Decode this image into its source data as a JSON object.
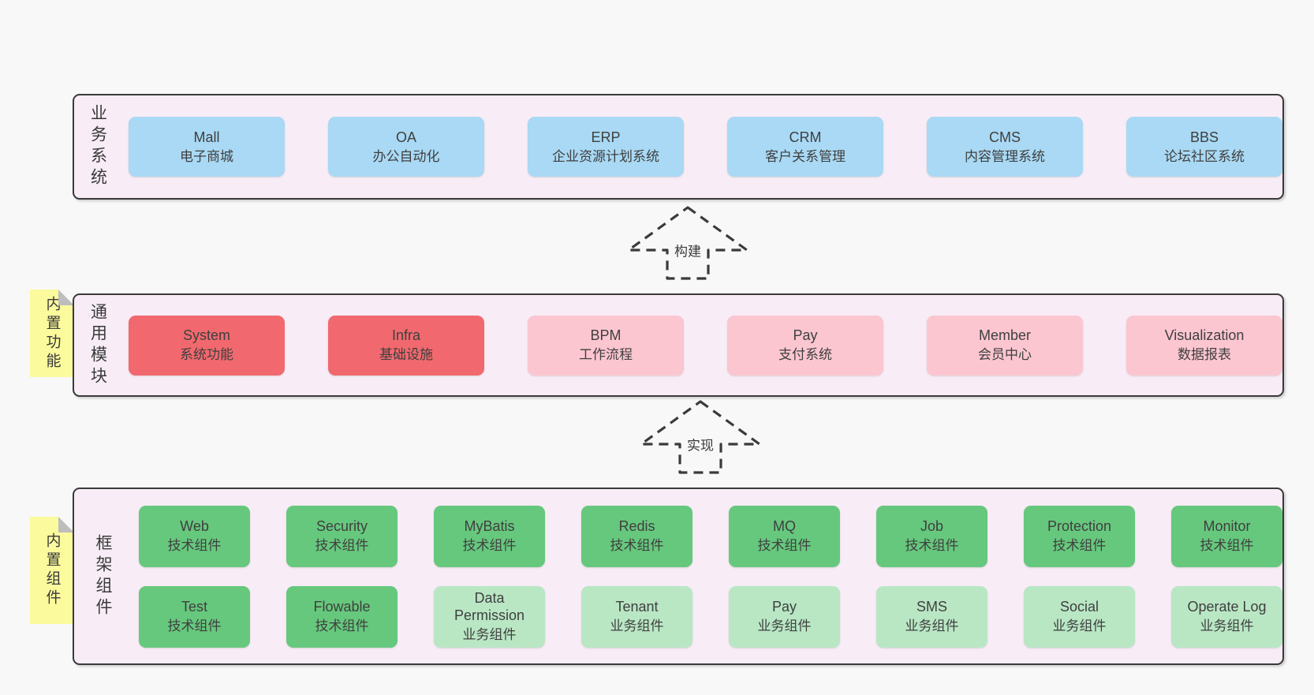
{
  "colors": {
    "page-bg": "#f8f8f8",
    "container-bg": "#f8edf6",
    "container-border": "#3a3a3a",
    "box-blue": "#a9d9f4",
    "box-red": "#f1696e",
    "box-pink": "#fbc6d0",
    "box-green": "#66c87d",
    "box-lightgreen": "#b9e7c4",
    "sticky-yellow": "#fbfa9d",
    "sticky-fold": "#bdbdbd",
    "text": "#3f3f3f",
    "arrow": "#3a3a3a"
  },
  "notes": [
    {
      "text": "内置功能"
    },
    {
      "text": "内置组件"
    }
  ],
  "arrows": [
    {
      "label": "构建"
    },
    {
      "label": "实现"
    }
  ],
  "layers": [
    {
      "label": "业务系统",
      "boxes": [
        {
          "en": "Mall",
          "zh": "电子商城",
          "type": "blue"
        },
        {
          "en": "OA",
          "zh": "办公自动化",
          "type": "blue"
        },
        {
          "en": "ERP",
          "zh": "企业资源计划系统",
          "type": "blue"
        },
        {
          "en": "CRM",
          "zh": "客户关系管理",
          "type": "blue"
        },
        {
          "en": "CMS",
          "zh": "内容管理系统",
          "type": "blue"
        },
        {
          "en": "BBS",
          "zh": "论坛社区系统",
          "type": "blue"
        }
      ]
    },
    {
      "label": "通用模块",
      "boxes": [
        {
          "en": "System",
          "zh": "系统功能",
          "type": "red"
        },
        {
          "en": "Infra",
          "zh": "基础设施",
          "type": "red"
        },
        {
          "en": "BPM",
          "zh": "工作流程",
          "type": "pink"
        },
        {
          "en": "Pay",
          "zh": "支付系统",
          "type": "pink"
        },
        {
          "en": "Member",
          "zh": "会员中心",
          "type": "pink"
        },
        {
          "en": "Visualization",
          "zh": "数据报表",
          "type": "pink"
        }
      ]
    },
    {
      "label": "框架组件",
      "rows": [
        {
          "boxes": [
            {
              "en": "Web",
              "zh": "技术组件",
              "type": "green"
            },
            {
              "en": "Security",
              "zh": "技术组件",
              "type": "green"
            },
            {
              "en": "MyBatis",
              "zh": "技术组件",
              "type": "green"
            },
            {
              "en": "Redis",
              "zh": "技术组件",
              "type": "green"
            },
            {
              "en": "MQ",
              "zh": "技术组件",
              "type": "green"
            },
            {
              "en": "Job",
              "zh": "技术组件",
              "type": "green"
            },
            {
              "en": "Protection",
              "zh": "技术组件",
              "type": "green"
            },
            {
              "en": "Monitor",
              "zh": "技术组件",
              "type": "green"
            }
          ]
        },
        {
          "boxes": [
            {
              "en": "Test",
              "zh": "技术组件",
              "type": "green"
            },
            {
              "en": "Flowable",
              "zh": "技术组件",
              "type": "green"
            },
            {
              "en": "Data\nPermission",
              "zh": "业务组件",
              "type": "lightgreen"
            },
            {
              "en": "Tenant",
              "zh": "业务组件",
              "type": "lightgreen"
            },
            {
              "en": "Pay",
              "zh": "业务组件",
              "type": "lightgreen"
            },
            {
              "en": "SMS",
              "zh": "业务组件",
              "type": "lightgreen"
            },
            {
              "en": "Social",
              "zh": "业务组件",
              "type": "lightgreen"
            },
            {
              "en": "Operate Log",
              "zh": "业务组件",
              "type": "lightgreen"
            }
          ]
        }
      ]
    }
  ]
}
